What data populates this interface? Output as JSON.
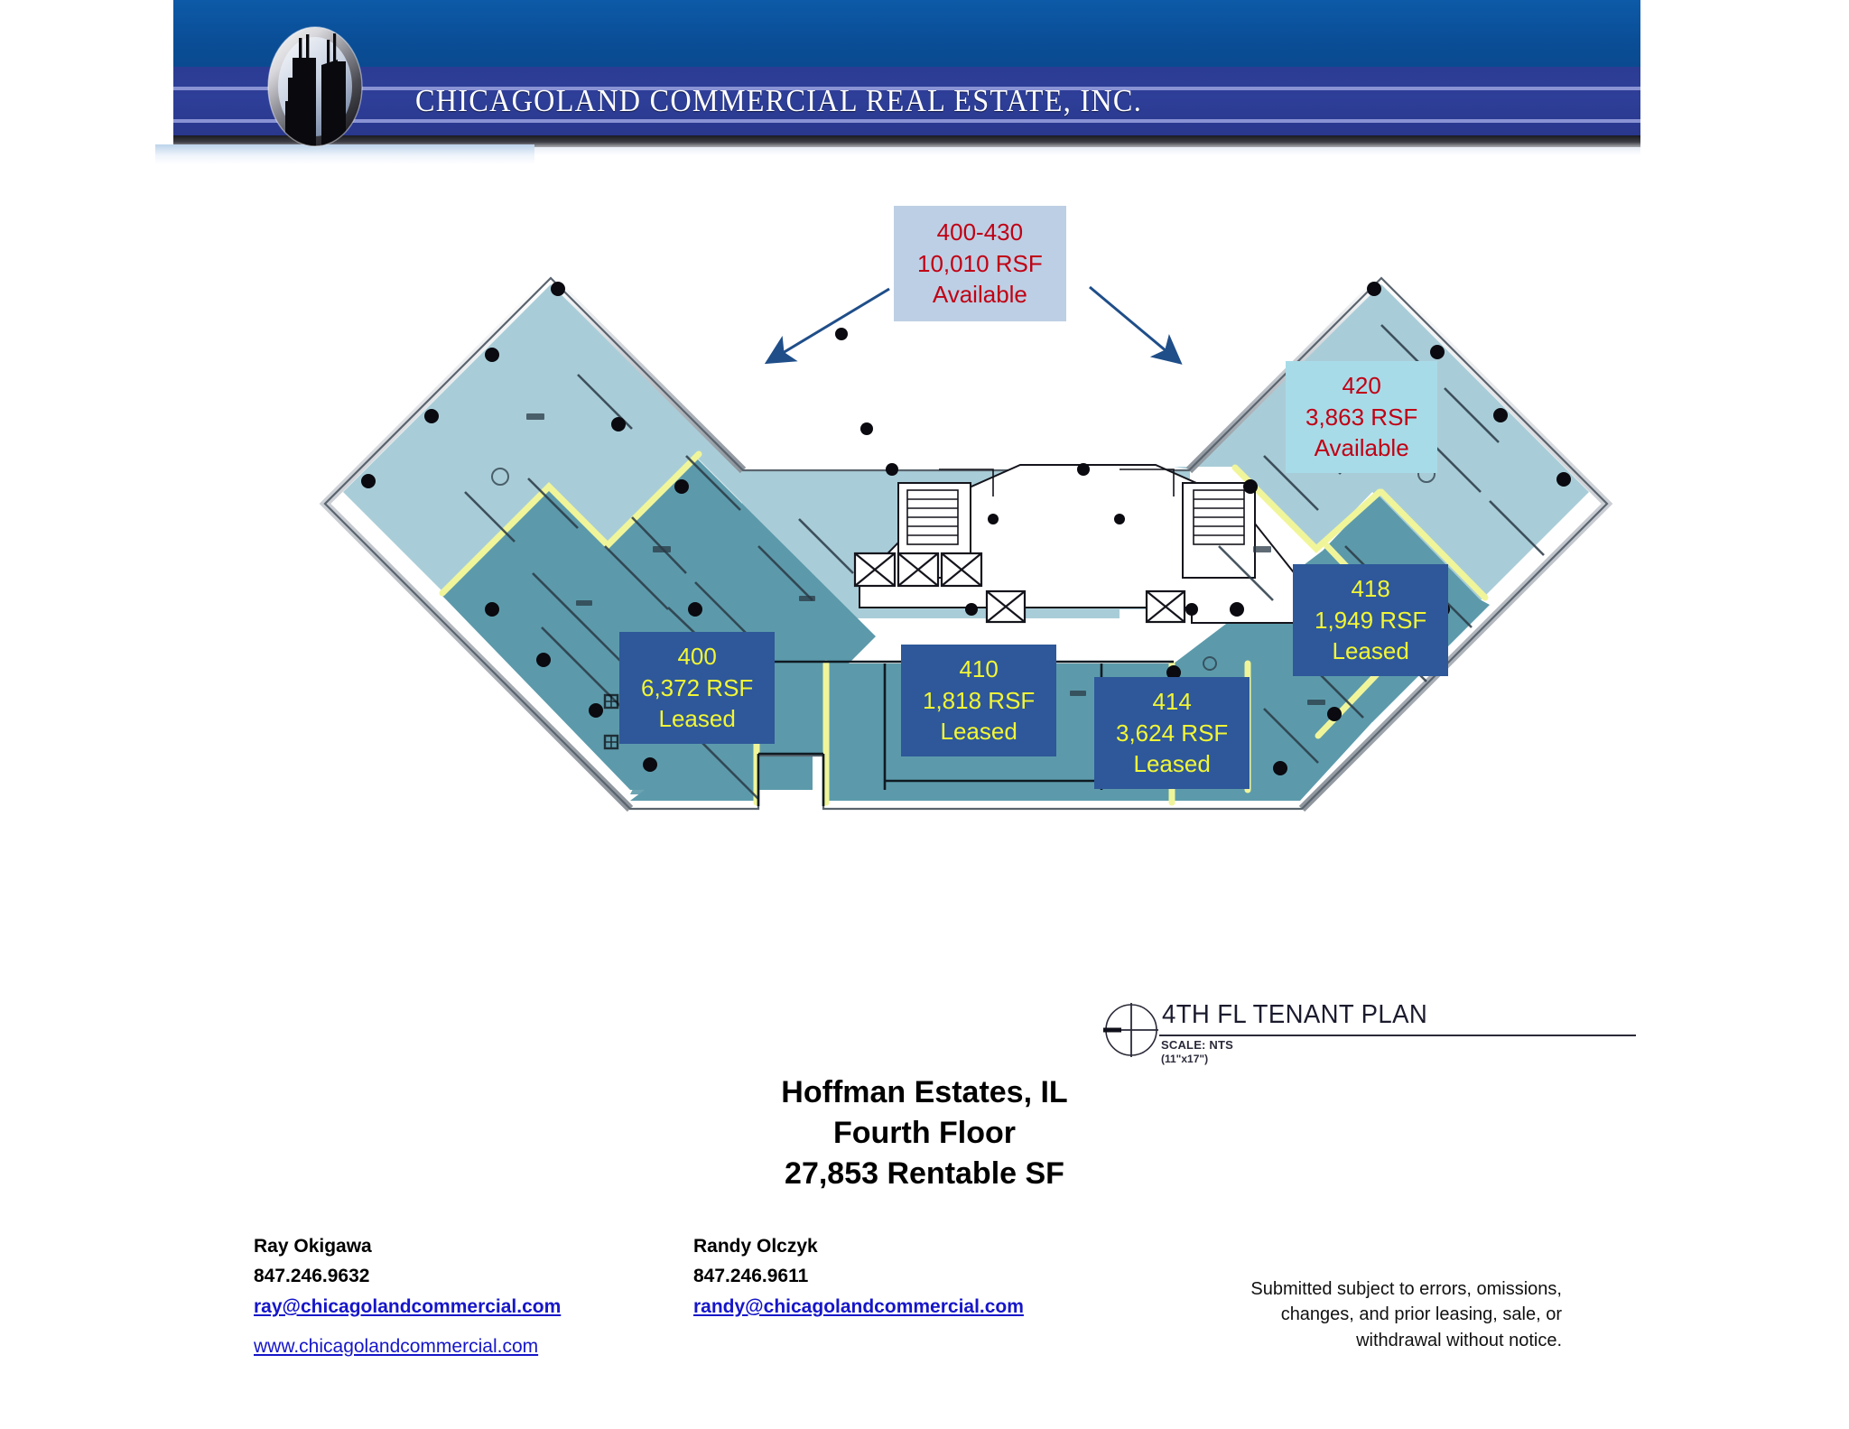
{
  "header": {
    "brand_title": "CHICAGOLAND COMMERCIAL REAL ESTATE, INC.",
    "logo_icon": "skyscraper-circle-logo",
    "colors": {
      "band_top": "#0a4e97",
      "band_mid": "#2c3c94",
      "pinstripe": "#8a93d4"
    }
  },
  "floorplan": {
    "alt": "Diamond-shaped fourth floor tenant plan with shaded suites",
    "colors": {
      "available_fill": "#a9cdd8",
      "leased_fill": "#5c9aab",
      "demising_line": "#f0f59a",
      "outline": "#6e7a85"
    },
    "callouts": [
      {
        "id": "400-430",
        "suite": "400-430",
        "area": "10,010 RSF",
        "status": "Available",
        "style": "available",
        "bg": "#bdcfe4",
        "text_color": "#c00014"
      },
      {
        "id": "420",
        "suite": "420",
        "area": "3,863 RSF",
        "status": "Available",
        "style": "available-cyan",
        "bg": "#a8dbe8",
        "text_color": "#c00014"
      },
      {
        "id": "400",
        "suite": "400",
        "area": "6,372 RSF",
        "status": "Leased",
        "style": "leased",
        "bg": "#2e5899",
        "text_color": "#f2f636"
      },
      {
        "id": "410",
        "suite": "410",
        "area": "1,818 RSF",
        "status": "Leased",
        "style": "leased",
        "bg": "#2e5899",
        "text_color": "#f2f636"
      },
      {
        "id": "414",
        "suite": "414",
        "area": "3,624 RSF",
        "status": "Leased",
        "style": "leased",
        "bg": "#2e5899",
        "text_color": "#f2f636"
      },
      {
        "id": "418",
        "suite": "418",
        "area": "1,949 RSF",
        "status": "Leased",
        "style": "leased",
        "bg": "#2e5899",
        "text_color": "#f2f636"
      }
    ]
  },
  "plan_titleblock": {
    "north_arrow_icon": "north-arrow-icon",
    "title": "4TH FL TENANT PLAN",
    "scale": "SCALE: NTS",
    "sheet_size": "(11\"x17\")"
  },
  "property": {
    "line1": "Hoffman Estates, IL",
    "line2": "Fourth Floor",
    "line3": "27,853 Rentable SF"
  },
  "contacts": [
    {
      "name": "Ray Okigawa",
      "phone": "847.246.9632",
      "email": "ray@chicagolandcommercial.com"
    },
    {
      "name": "Randy Olczyk",
      "phone": "847.246.9611",
      "email": "randy@chicagolandcommercial.com"
    }
  ],
  "website": "www.chicagolandcommercial.com",
  "disclaimer": {
    "line1": "Submitted subject to errors, omissions,",
    "line2": "changes, and prior leasing, sale, or",
    "line3": "withdrawal without notice."
  }
}
